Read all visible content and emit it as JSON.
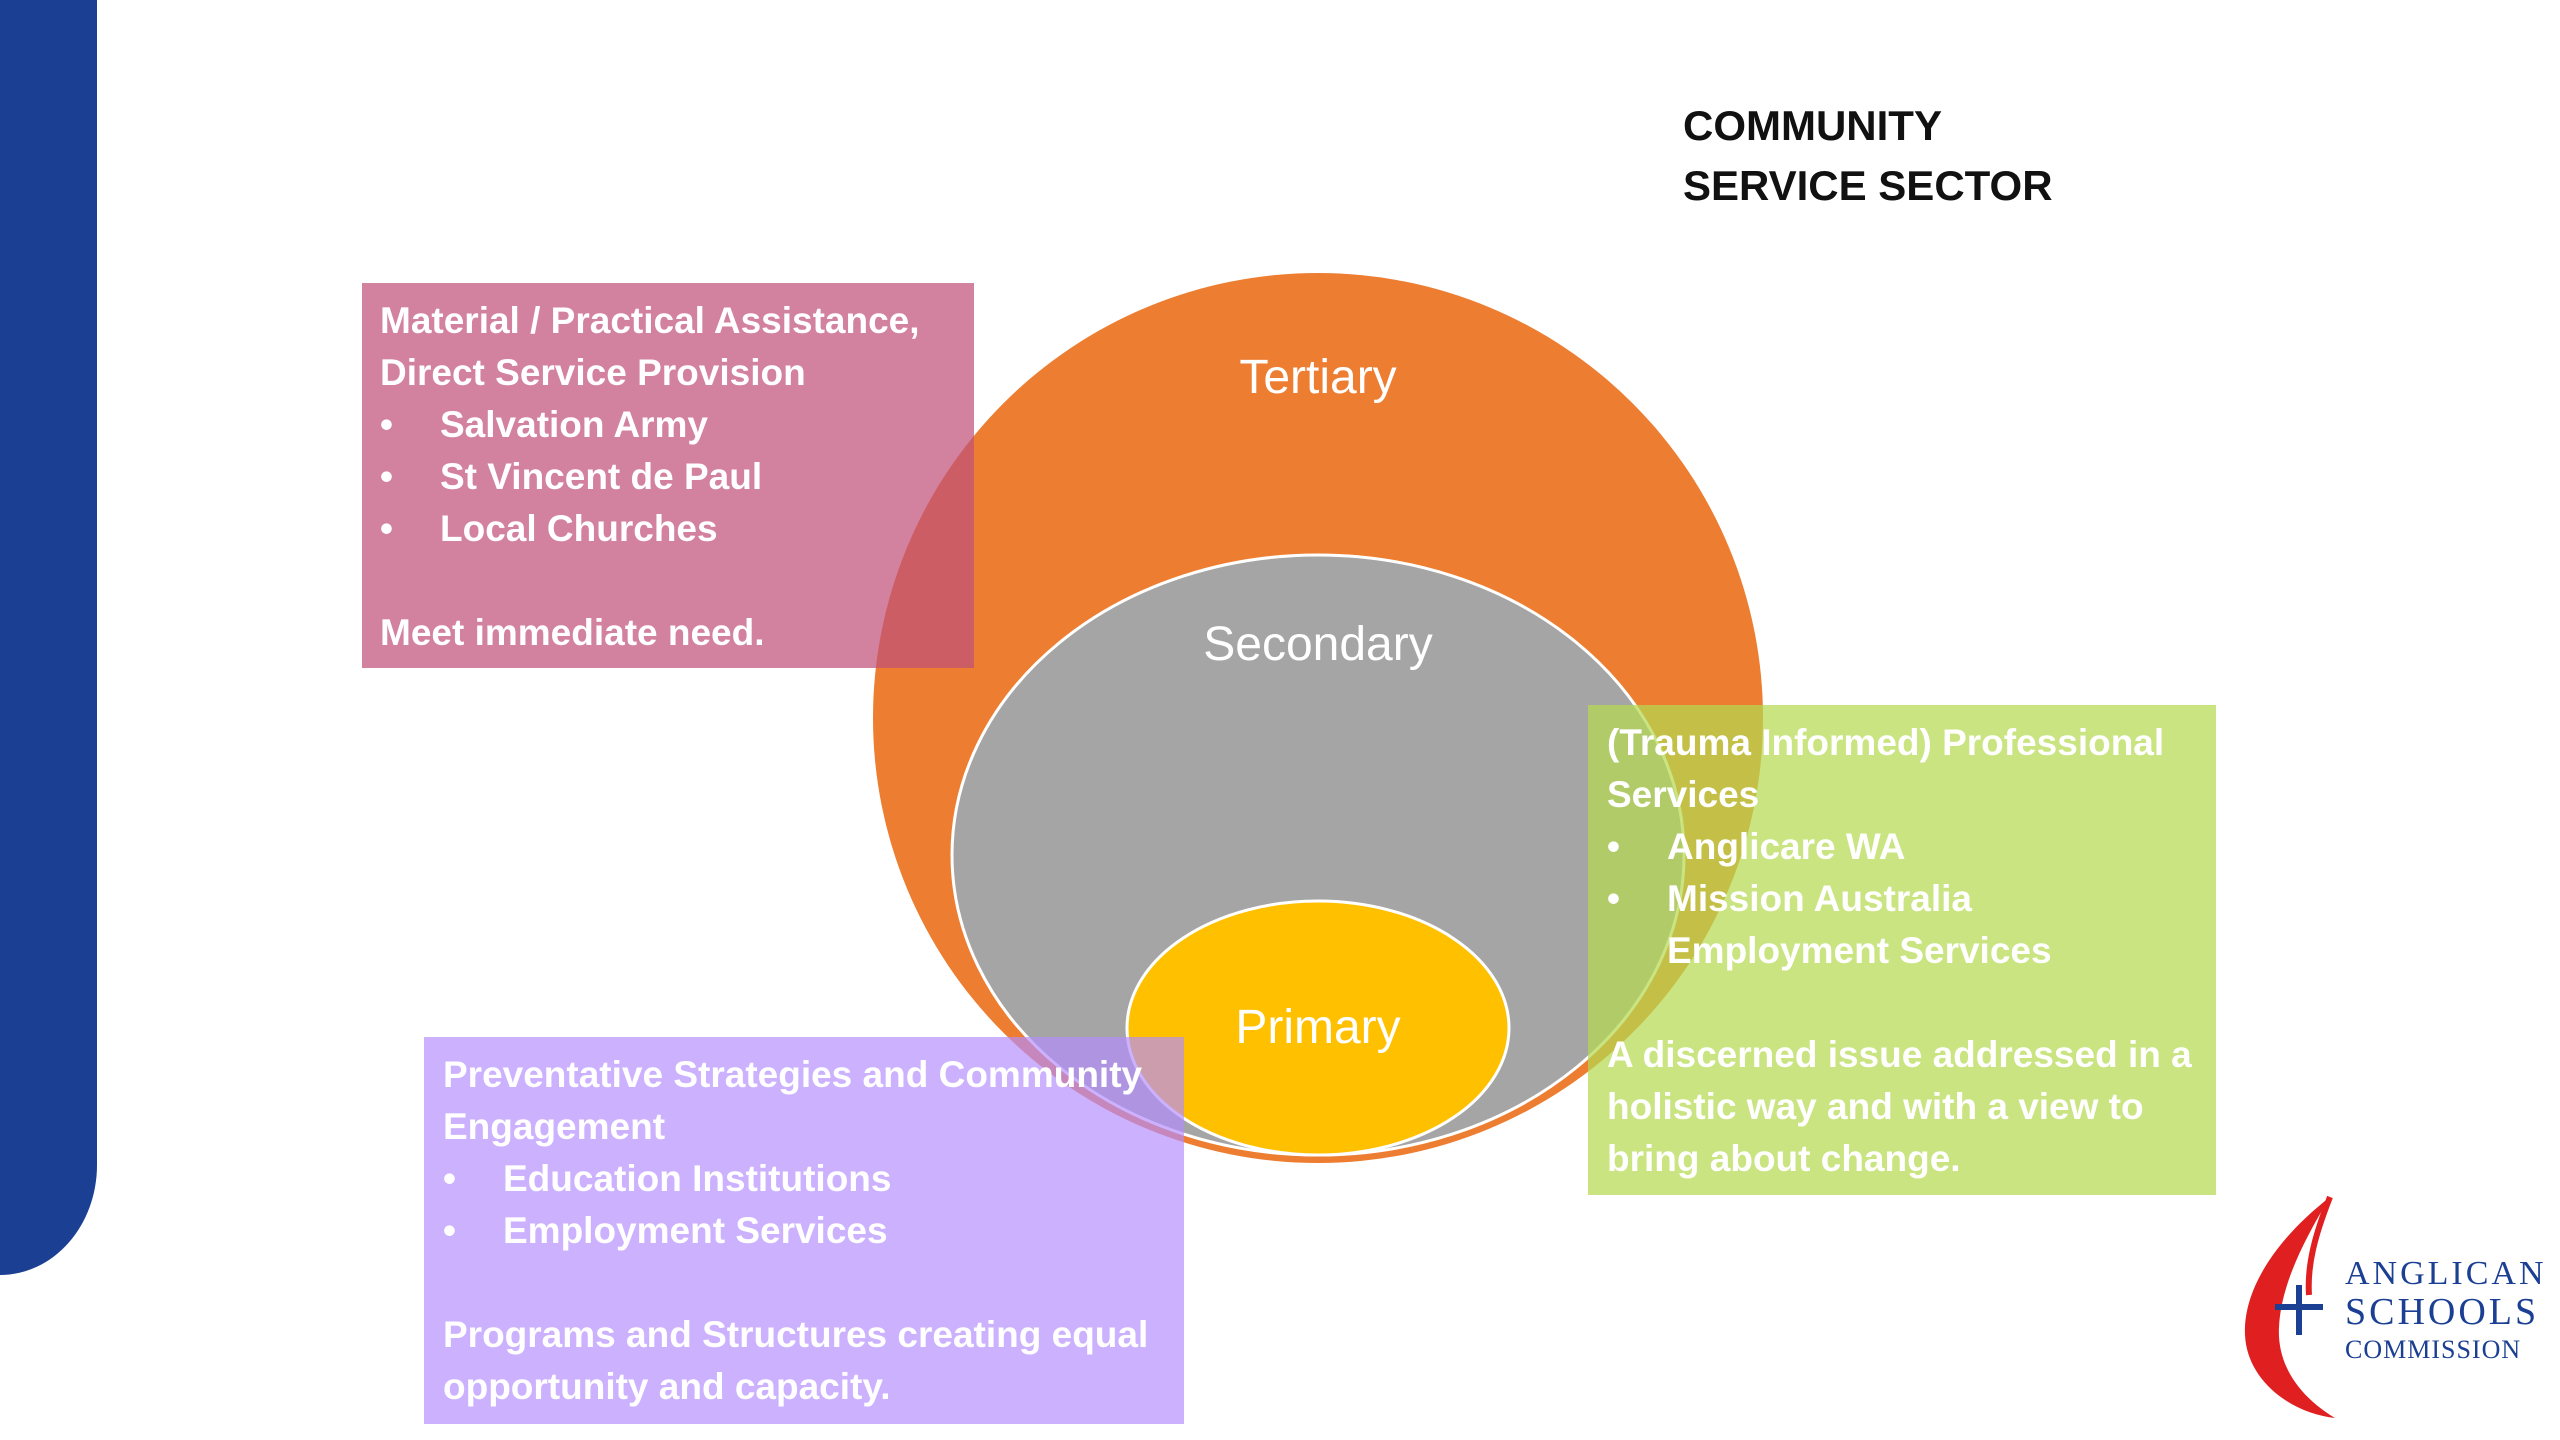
{
  "sector_title": "COMMUNITY\nSERVICE  SECTOR",
  "circles": {
    "tertiary": "Tertiary",
    "secondary": "Secondary",
    "primary": "Primary"
  },
  "boxes": {
    "material": {
      "heading": "Material / Practical Assistance, Direct Service Provision",
      "items": [
        "Salvation Army",
        "St Vincent de Paul",
        "Local Churches"
      ],
      "footer": "Meet immediate need."
    },
    "professional": {
      "heading": "(Trauma Informed) Professional Services",
      "items": [
        "Anglicare WA",
        "Mission Australia Employment Services"
      ],
      "footer": "A discerned issue addressed in a holistic way and with a view to bring about change."
    },
    "preventative": {
      "heading": "Preventative Strategies and Community Engagement",
      "items": [
        "Education Institutions",
        "Employment Services"
      ],
      "footer": "Programs and Structures creating  equal opportunity and capacity."
    }
  },
  "logo": {
    "line1": "ANGLICAN",
    "line2": "SCHOOLS",
    "line3": "COMMISSION"
  },
  "colors": {
    "sidebar": "#1b3f93",
    "tertiary": "#ed7d31",
    "secondary": "#a5a5a5",
    "primary": "#ffc000",
    "material_box": "#c05078",
    "professional_box": "#b4da50",
    "preventative_box": "#b48cff",
    "logo_red": "#e02020",
    "logo_blue": "#1b3f93"
  }
}
